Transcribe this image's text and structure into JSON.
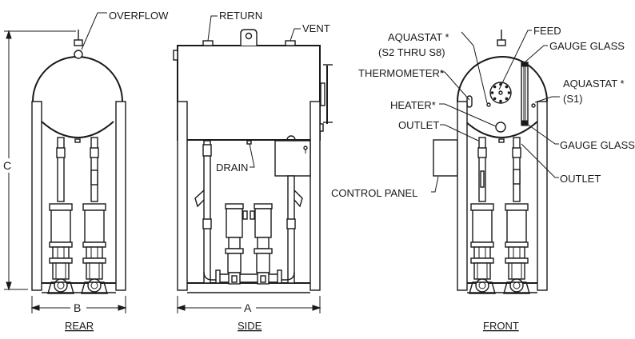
{
  "views": {
    "rear": {
      "title": "REAR",
      "dimension": "B",
      "height_dimension": "C"
    },
    "side": {
      "title": "SIDE",
      "dimension": "A"
    },
    "front": {
      "title": "FRONT"
    }
  },
  "callouts": {
    "overflow": "OVERFLOW",
    "return": "RETURN",
    "vent": "VENT",
    "drain": "DRAIN",
    "aquastat_s2_line1": "AQUASTAT *",
    "aquastat_s2_line2": "(S2 THRU S8)",
    "thermometer": "THERMOMETER*",
    "heater": "HEATER*",
    "outlet_left": "OUTLET",
    "control_panel": "CONTROL PANEL",
    "feed": "FEED",
    "gauge_glass_top": "GAUGE GLASS",
    "aquastat_s1_line1": "AQUASTAT *",
    "aquastat_s1_line2": "(S1)",
    "gauge_glass_bottom": "GAUGE GLASS",
    "outlet_right": "OUTLET"
  },
  "colors": {
    "line": "#1a1a1a",
    "background": "#ffffff"
  }
}
